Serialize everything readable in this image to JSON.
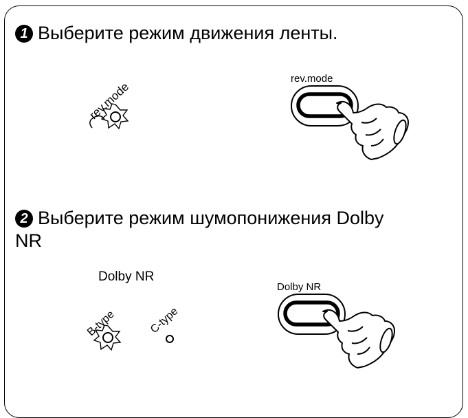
{
  "steps": [
    {
      "number": "1",
      "text": "Выберите режим движения ленты."
    },
    {
      "number": "2",
      "text": "Выберите режим шумопонижения Dolby NR"
    }
  ],
  "panel1": {
    "indicator_label": "rev.mode",
    "button_label": "rev.mode"
  },
  "panel2": {
    "title": "Dolby NR",
    "indicator_b_label": "B-type",
    "indicator_c_label": "C-type",
    "button_label": "Dolby NR"
  }
}
